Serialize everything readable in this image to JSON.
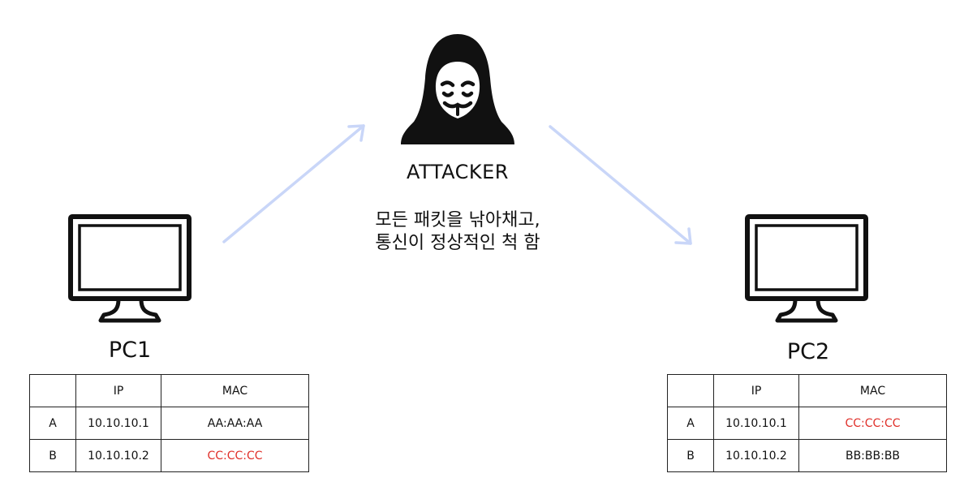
{
  "attacker": {
    "label": "ATTACKER",
    "description_line1": "모든 패킷을 낚아채고,",
    "description_line2": "통신이 정상적인 척 함"
  },
  "pc1": {
    "label": "PC1",
    "table": {
      "headers": [
        "",
        "IP",
        "MAC"
      ],
      "rows": [
        {
          "host": "A",
          "ip": "10.10.10.1",
          "mac": "AA:AA:AA",
          "spoofed": false
        },
        {
          "host": "B",
          "ip": "10.10.10.2",
          "mac": "CC:CC:CC",
          "spoofed": true
        }
      ]
    }
  },
  "pc2": {
    "label": "PC2",
    "table": {
      "headers": [
        "",
        "IP",
        "MAC"
      ],
      "rows": [
        {
          "host": "A",
          "ip": "10.10.10.1",
          "mac": "CC:CC:CC",
          "spoofed": true
        },
        {
          "host": "B",
          "ip": "10.10.10.2",
          "mac": "BB:BB:BB",
          "spoofed": false
        }
      ]
    }
  },
  "colors": {
    "arrow": "#c9d6f8",
    "spoofed_mac": "#e0302a",
    "icon": "#111111"
  },
  "icons": {
    "attacker": "hooded-hacker-icon",
    "pc": "monitor-icon",
    "flow": "arrow-icon"
  }
}
